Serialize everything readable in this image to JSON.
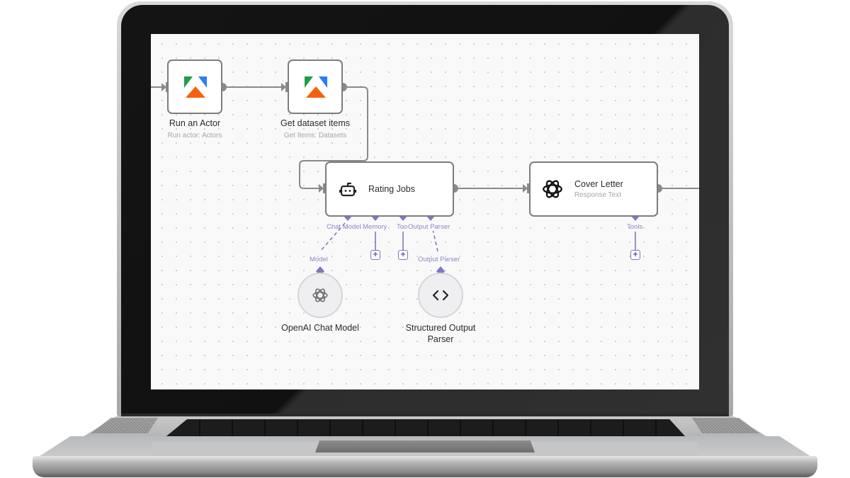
{
  "app": {
    "type": "workflow-editor-canvas",
    "device_frame": "laptop"
  },
  "nodes": [
    {
      "id": "run-actor",
      "title": "Run an Actor",
      "subtitle": "Run actor: Actors",
      "icon": "apify-logo-icon"
    },
    {
      "id": "get-dataset",
      "title": "Get dataset items",
      "subtitle": "Get Items: Datasets",
      "icon": "apify-logo-icon"
    },
    {
      "id": "rating-jobs",
      "title": "Rating Jobs",
      "icon": "robot-icon",
      "ports": [
        "Chat Model",
        "Memory",
        "Tool",
        "Output Parser"
      ]
    },
    {
      "id": "cover-letter",
      "title": "Cover Letter",
      "subtitle": "Response Text",
      "icon": "openai-logo-icon",
      "ports": [
        "Tools"
      ]
    }
  ],
  "sub_nodes": [
    {
      "id": "openai-chat-model",
      "title": "OpenAI Chat Model",
      "input_label": "Model",
      "icon": "openai-logo-icon"
    },
    {
      "id": "structured-output-parser",
      "title_line1": "Structured Output",
      "title_line2": "Parser",
      "input_label": "Output Parser",
      "icon": "code-brackets-icon"
    }
  ],
  "colors": {
    "port_accent": "#7c79c0",
    "connection_line": "#8a8a8a",
    "apify_green": "#1f9d49",
    "apify_blue": "#2a7ef2",
    "apify_orange": "#f4620f"
  }
}
